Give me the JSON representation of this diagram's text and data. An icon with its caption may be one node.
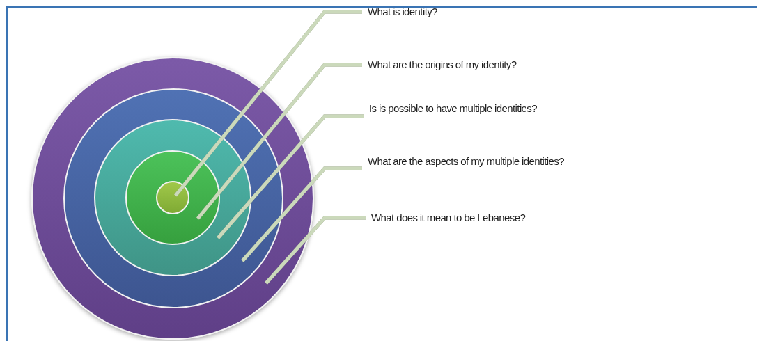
{
  "diagram": {
    "nodes": [
      {
        "text": [],
        "shape": "circle"
      },
      {
        "text": [],
        "shape": "circle",
        "in": 0
      },
      {
        "text": [],
        "shape": "circle",
        "in": 1
      },
      {
        "text": [],
        "shape": "circle",
        "in": 2
      },
      {
        "text": [],
        "shape": "circle",
        "in": 3
      },
      {
        "text": [
          "What is identity?"
        ]
      },
      {
        "text": [
          "What are the origins of my identity?"
        ]
      },
      {
        "text": [
          "Is is possible to have multiple identities?"
        ]
      },
      {
        "text": [
          "What are the aspects of my multiple identities?"
        ]
      },
      {
        "text": [
          "What does it mean to be Lebanese?"
        ]
      }
    ],
    "edges": [
      {
        "from": 5,
        "to": 4,
        "arrow": "none"
      },
      {
        "from": 6,
        "to": 3,
        "arrow": "none"
      },
      {
        "from": 7,
        "to": 2,
        "arrow": "none"
      },
      {
        "from": 8,
        "to": 1,
        "arrow": "none"
      },
      {
        "from": 9,
        "to": 0,
        "arrow": "none"
      }
    ]
  }
}
